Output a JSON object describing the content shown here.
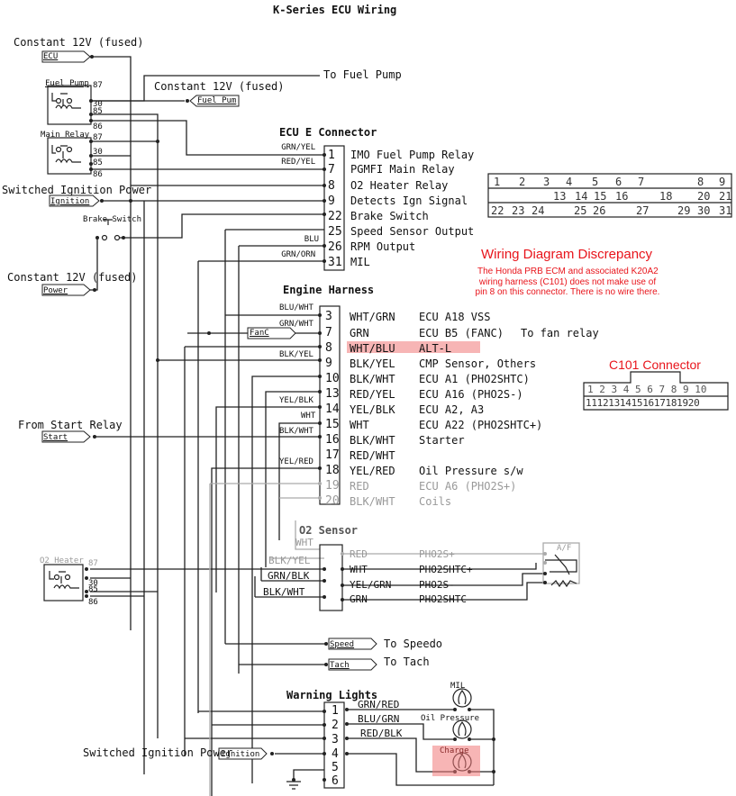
{
  "title": "K-Series ECU Wiring",
  "left_labels": {
    "const12v_1": "Constant 12V (fused)",
    "ecu_flag": "ECU",
    "fuel_pump_relay": "Fuel Pump",
    "const12v_2": "Constant 12V (fused)",
    "fuel_pump_flag": "Fuel Pum",
    "to_fuel_pump": "To Fuel Pump",
    "main_relay": "Main Relay",
    "switched_ign": "Switched Ignition Power",
    "ignition_flag": "Ignition",
    "brake_switch": "Brake Switch",
    "const12v_3": "Constant 12V (fused)",
    "power_flag": "Power",
    "from_start_relay": "From Start Relay",
    "start_flag": "Start",
    "o2_heater_relay": "O2 Heater",
    "relay_pins": [
      "87",
      "30",
      "85",
      "86"
    ]
  },
  "ecu_e": {
    "title": "ECU E Connector",
    "pins": [
      {
        "pin": "1",
        "wire": "GRN/YEL",
        "desc": "IMO Fuel Pump Relay"
      },
      {
        "pin": "7",
        "wire": "RED/YEL",
        "desc": "PGMFI Main Relay"
      },
      {
        "pin": "8",
        "wire": "",
        "desc": "O2 Heater Relay"
      },
      {
        "pin": "9",
        "wire": "",
        "desc": "Detects Ign Signal"
      },
      {
        "pin": "22",
        "wire": "",
        "desc": "Brake Switch"
      },
      {
        "pin": "25",
        "wire": "",
        "desc": "Speed Sensor Output"
      },
      {
        "pin": "26",
        "wire": "BLU",
        "desc": "RPM Output"
      },
      {
        "pin": "31",
        "wire": "GRN/ORN",
        "desc": "MIL"
      }
    ]
  },
  "e_connector_face": {
    "row1": [
      "1",
      "2",
      "3",
      "4",
      "5",
      "6",
      "7",
      "8",
      "9"
    ],
    "row2": [
      "13",
      "14",
      "15",
      "16",
      "18",
      "20",
      "21"
    ],
    "row3": [
      "22",
      "23",
      "24",
      "25",
      "26",
      "27",
      "29",
      "30",
      "31"
    ]
  },
  "discrepancy": {
    "title": "Wiring Diagram Discrepancy",
    "lines": [
      "The Honda PRB ECM and associated K20A2",
      "wiring harness (C101) does not make use of",
      "pin 8 on this connector. There is no wire there."
    ],
    "color": "#e8141b"
  },
  "engine_harness": {
    "title": "Engine Harness",
    "fan_flag": "FanC",
    "to_fan_relay": "To fan relay",
    "pins": [
      {
        "pin": "3",
        "left_wire": "BLU/WHT",
        "wire": "WHT/GRN",
        "desc": "ECU A18 VSS",
        "dim": false
      },
      {
        "pin": "7",
        "left_wire": "GRN/WHT",
        "wire": "GRN",
        "desc": "ECU B5 (FANC)",
        "dim": false
      },
      {
        "pin": "8",
        "left_wire": "",
        "wire": "WHT/BLU",
        "desc": "ALT-L",
        "dim": false,
        "highlight": true
      },
      {
        "pin": "9",
        "left_wire": "BLK/YEL",
        "wire": "BLK/YEL",
        "desc": "CMP Sensor, Others",
        "dim": false
      },
      {
        "pin": "10",
        "left_wire": "",
        "wire": "BLK/WHT",
        "desc": "ECU A1 (PHO2SHTC)",
        "dim": false
      },
      {
        "pin": "13",
        "left_wire": "",
        "wire": "RED/YEL",
        "desc": "ECU A16 (PHO2S-)",
        "dim": false
      },
      {
        "pin": "14",
        "left_wire": "YEL/BLK",
        "wire": "YEL/BLK",
        "desc": "ECU A2, A3",
        "dim": false
      },
      {
        "pin": "15",
        "left_wire": "WHT",
        "wire": "WHT",
        "desc": "ECU A22 (PHO2SHTC+)",
        "dim": false
      },
      {
        "pin": "16",
        "left_wire": "BLK/WHT",
        "wire": "BLK/WHT",
        "desc": "Starter",
        "dim": false
      },
      {
        "pin": "17",
        "left_wire": "",
        "wire": "RED/WHT",
        "desc": "",
        "dim": false
      },
      {
        "pin": "18",
        "left_wire": "YEL/RED",
        "wire": "YEL/RED",
        "desc": "Oil Pressure s/w",
        "dim": false
      },
      {
        "pin": "19",
        "left_wire": "",
        "wire": "RED",
        "desc": "ECU A6 (PHO2S+)",
        "dim": true
      },
      {
        "pin": "20",
        "left_wire": "",
        "wire": "BLK/WHT",
        "desc": "Coils",
        "dim": true
      }
    ]
  },
  "c101": {
    "title": "C101 Connector",
    "row1": "1 2 3 4 5 6 7 8 9 10",
    "row2": "11121314151617181920"
  },
  "o2_sensor": {
    "title": "O2 Sensor",
    "af_label": "A/F",
    "left_wires": [
      "WHT",
      "BLK/YEL",
      "GRN/BLK",
      "BLK/WHT"
    ],
    "pins": [
      {
        "wire": "RED",
        "desc": "PHO2S+",
        "dim": true
      },
      {
        "wire": "WHT",
        "desc": "PHO2SHTC+",
        "dim": false
      },
      {
        "wire": "YEL/GRN",
        "desc": "PHO2S-",
        "dim": false
      },
      {
        "wire": "GRN",
        "desc": "PHO2SHTC",
        "dim": false
      }
    ]
  },
  "outputs": {
    "speed_flag": "Speed",
    "to_speedo": "To Speedo",
    "tach_flag": "Tach",
    "to_tach": "To Tach"
  },
  "warning_lights": {
    "title": "Warning Lights",
    "pins": [
      "1",
      "2",
      "3",
      "4",
      "5",
      "6"
    ],
    "wires": [
      "GRN/RED",
      "BLU/GRN",
      "RED/BLK"
    ],
    "lamps": [
      "MIL",
      "Oil Pressure",
      "Charge"
    ],
    "switched_ign": "Switched Ignition Power",
    "ignition_flag": "Ignition"
  },
  "colors": {
    "wire": "#222222",
    "dim_wire": "#aaaaaa",
    "highlight": "#f07878"
  }
}
